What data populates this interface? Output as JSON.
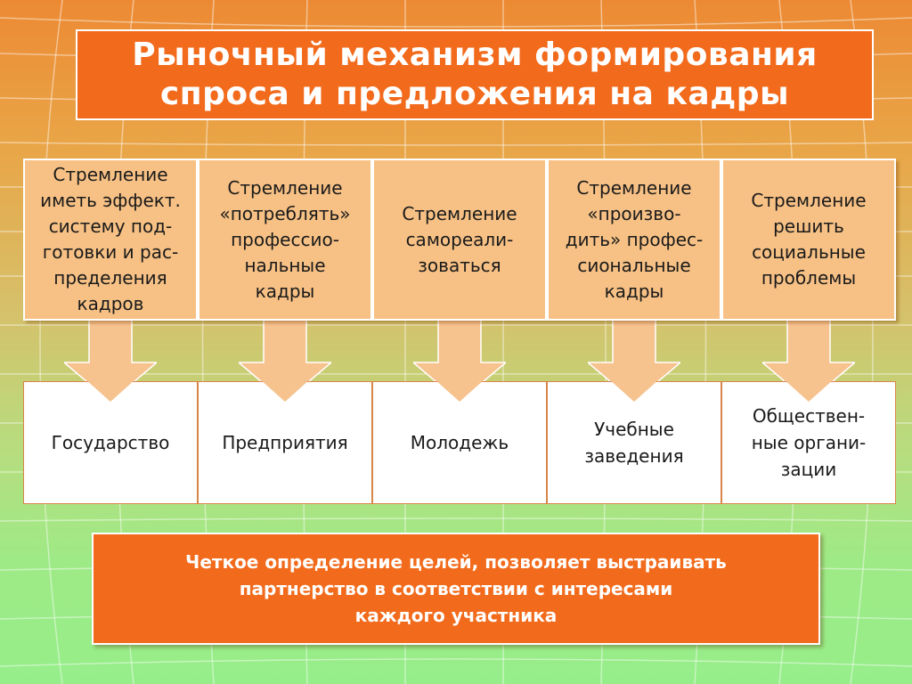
{
  "title": "Рыночный механизм формирования\nспроса и предложения на кадры",
  "aspirations": [
    "Стремление\nиметь эффект.\nсистему под-\nготовки и рас-\nпределения\nкадров",
    "Стремление\n«потреблять»\nпрофессио-\nнальные\nкадры",
    "Стремление\nсамореали-\nзоваться",
    "Стремление\n«произво-\nдить» профес-\nсиональные\nкадры",
    "Стремление\nрешить\nсоциальные\nпроблемы"
  ],
  "participants": [
    "Государство",
    "Предприятия",
    "Молодежь",
    "Учебные\nзаведения",
    "Обществен-\nные органи-\nзации"
  ],
  "conclusion": "Четкое определение целей, позволяет выстраивать\nпартнерство в соответствии с интересами\nкаждого участника",
  "colors": {
    "accent_orange": "#f26a1b",
    "box_peach": "#f7c185",
    "arrow_fill": "#f6c28e"
  }
}
